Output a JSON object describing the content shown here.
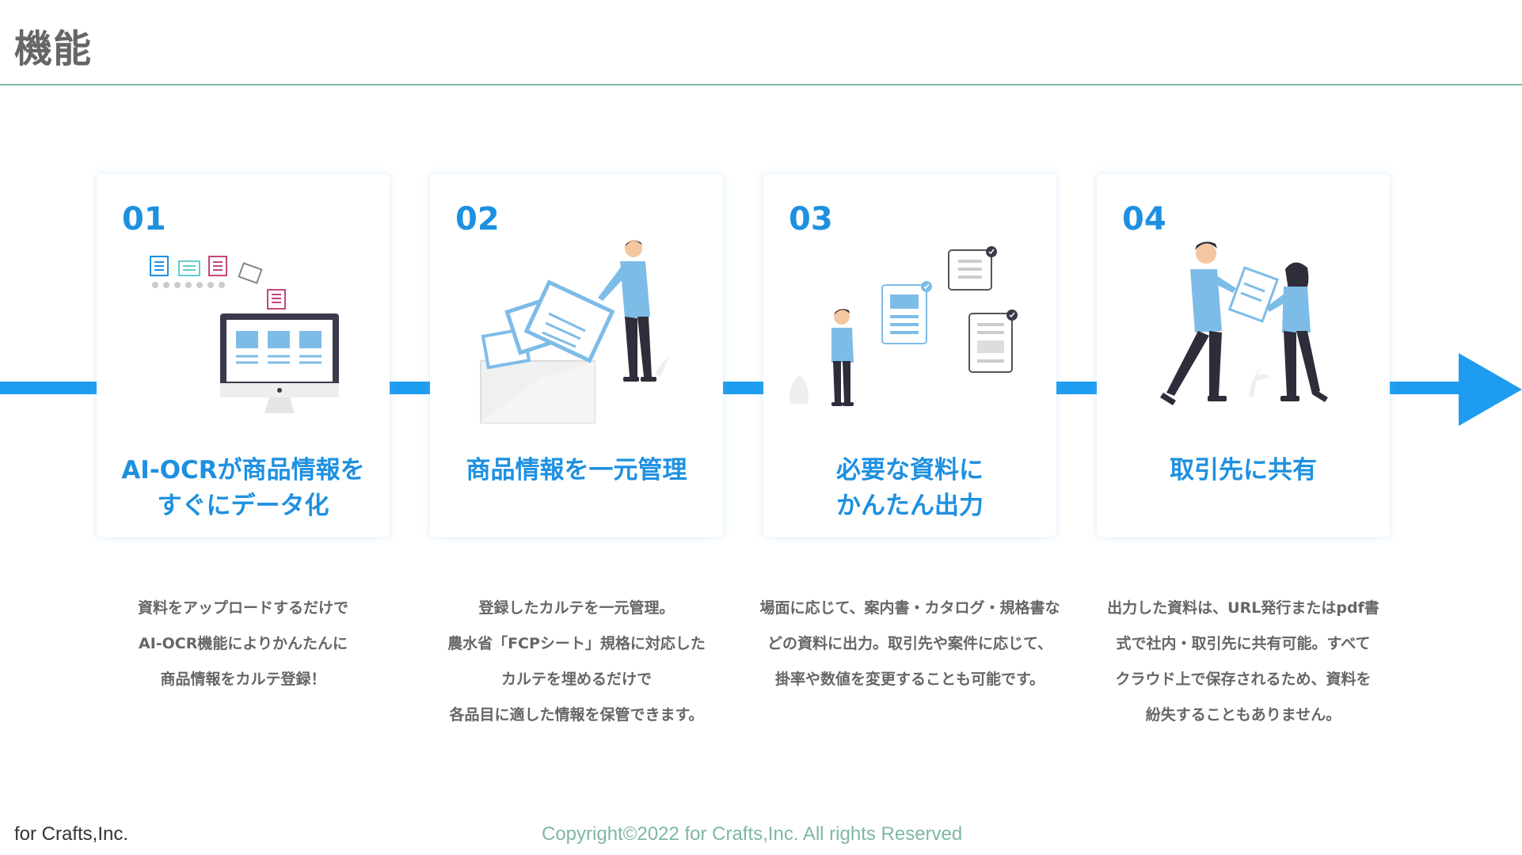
{
  "header": {
    "title": "機能"
  },
  "colors": {
    "accent": "#1e90e0",
    "rule": "#7fb6a8",
    "illustration": "#7ebce8"
  },
  "steps": [
    {
      "number": "01",
      "title_lines": [
        "AI-OCRが商品情報を",
        "すぐにデータ化"
      ],
      "desc_lines": [
        "資料をアップロードするだけで",
        "AI-OCR機能によりかんたんに",
        "商品情報をカルテ登録！"
      ],
      "icon": "monitor-documents-illustration"
    },
    {
      "number": "02",
      "title_lines": [
        "商品情報を一元管理"
      ],
      "desc_lines": [
        "登録したカルテを一元管理。",
        "農水省「FCPシート」規格に対応した",
        "カルテを埋めるだけで",
        "各品目に適した情報を保管できます。"
      ],
      "icon": "person-filing-documents-illustration"
    },
    {
      "number": "03",
      "title_lines": [
        "必要な資料に",
        "かんたん出力"
      ],
      "desc_lines": [
        "場面に応じて、案内書・カタログ・規格書な",
        "どの資料に出力。取引先や案件に応じて、",
        "掛率や数値を変更することも可能です。"
      ],
      "icon": "person-with-documents-illustration"
    },
    {
      "number": "04",
      "title_lines": [
        "取引先に共有"
      ],
      "desc_lines": [
        "出力した資料は、URL発行またはpdf書",
        "式で社内・取引先に共有可能。すべて",
        "クラウド上で保存されるため、資料を",
        "紛失することもありません。"
      ],
      "icon": "people-sharing-document-illustration"
    }
  ],
  "footer": {
    "company": "for Crafts,Inc.",
    "copyright": "Copyright©2022 for Crafts,Inc. All rights Reserved"
  }
}
